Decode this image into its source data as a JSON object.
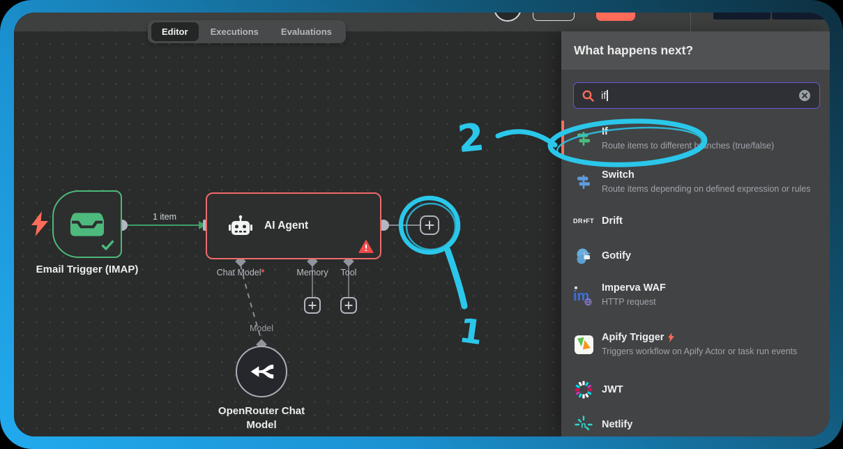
{
  "topbar": {
    "tabs": [
      {
        "label": "Editor",
        "active": true
      },
      {
        "label": "Executions",
        "active": false
      },
      {
        "label": "Evaluations",
        "active": false
      }
    ]
  },
  "canvas": {
    "email_trigger": {
      "label": "Email Trigger (IMAP)",
      "status": "success"
    },
    "connection_label": "1 item",
    "ai_agent": {
      "label": "AI Agent",
      "required_marker": "*",
      "has_warning": true,
      "ports": [
        {
          "label": "Chat Model",
          "required": true
        },
        {
          "label": "Memory"
        },
        {
          "label": "Tool"
        }
      ]
    },
    "model_port_label": "Model",
    "openrouter": {
      "label": "OpenRouter Chat Model"
    }
  },
  "panel": {
    "title": "What happens next?",
    "search": {
      "value": "if"
    },
    "items": [
      {
        "title": "If",
        "description": "Route items to different branches (true/false)",
        "selected": true
      },
      {
        "title": "Switch",
        "description": "Route items depending on defined expression or rules"
      },
      {
        "title": "Drift"
      },
      {
        "title": "Gotify"
      },
      {
        "title": "Imperva WAF",
        "description": "HTTP request"
      },
      {
        "title": "Apify Trigger",
        "description": "Triggers workflow on Apify Actor or task run events",
        "is_trigger": true
      },
      {
        "title": "JWT"
      },
      {
        "title": "Netlify"
      }
    ]
  },
  "annotations": {
    "step_1": "1",
    "step_2": "2"
  },
  "colors": {
    "annotation_cyan": "#2bc7ea",
    "accent_orange": "#ff6d5a",
    "success_green": "#4cb979",
    "error_red": "#ef6a6a",
    "search_border_purple": "#655ad5",
    "if_icon_green": "#4db97d",
    "switch_icon_blue": "#5d9bd9",
    "netlify_teal": "#2fd8cf",
    "imperva_blue": "#3f6ed8"
  }
}
